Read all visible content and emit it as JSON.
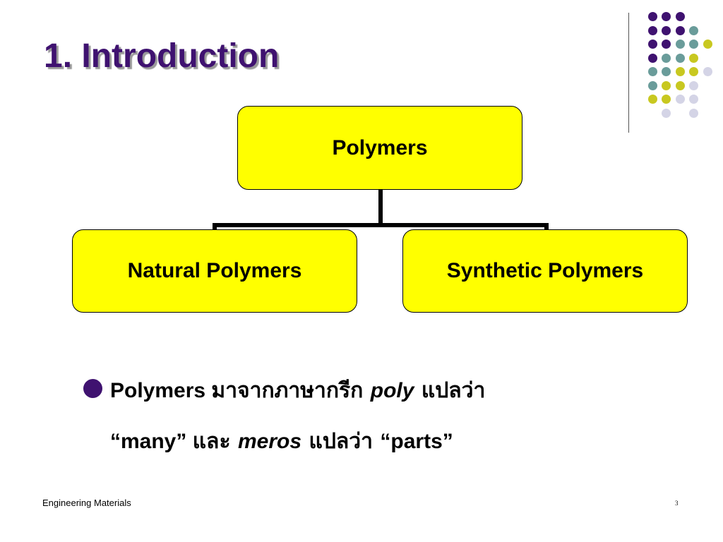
{
  "slide": {
    "title": "1. Introduction",
    "diagram": {
      "root": "Polymers",
      "children": [
        "Natural Polymers",
        "Synthetic Polymers"
      ]
    },
    "bullet": {
      "line1": [
        {
          "text": "Polymers ",
          "style": "bold"
        },
        {
          "text": "มาจากภาษากรีก ",
          "style": "thai"
        },
        {
          "text": "poly",
          "style": "bold italic"
        },
        {
          "text": " แปลว่า",
          "style": "thai"
        }
      ],
      "line2": [
        {
          "text": "“many” ",
          "style": "bold"
        },
        {
          "text": "และ ",
          "style": "thai"
        },
        {
          "text": "meros",
          "style": "bold italic"
        },
        {
          "text": " แปลว่า ",
          "style": "thai"
        },
        {
          "text": "“parts”",
          "style": "bold"
        }
      ]
    },
    "footer": "Engineering Materials",
    "page_number": "3"
  },
  "theme": {
    "title_color": "#3f1270",
    "box_fill": "#ffff00",
    "dot_purple": "#3f1270",
    "dot_teal": "#6a9c9a",
    "dot_yellow": "#c8c820",
    "dot_lavender": "#d4d4e6"
  }
}
